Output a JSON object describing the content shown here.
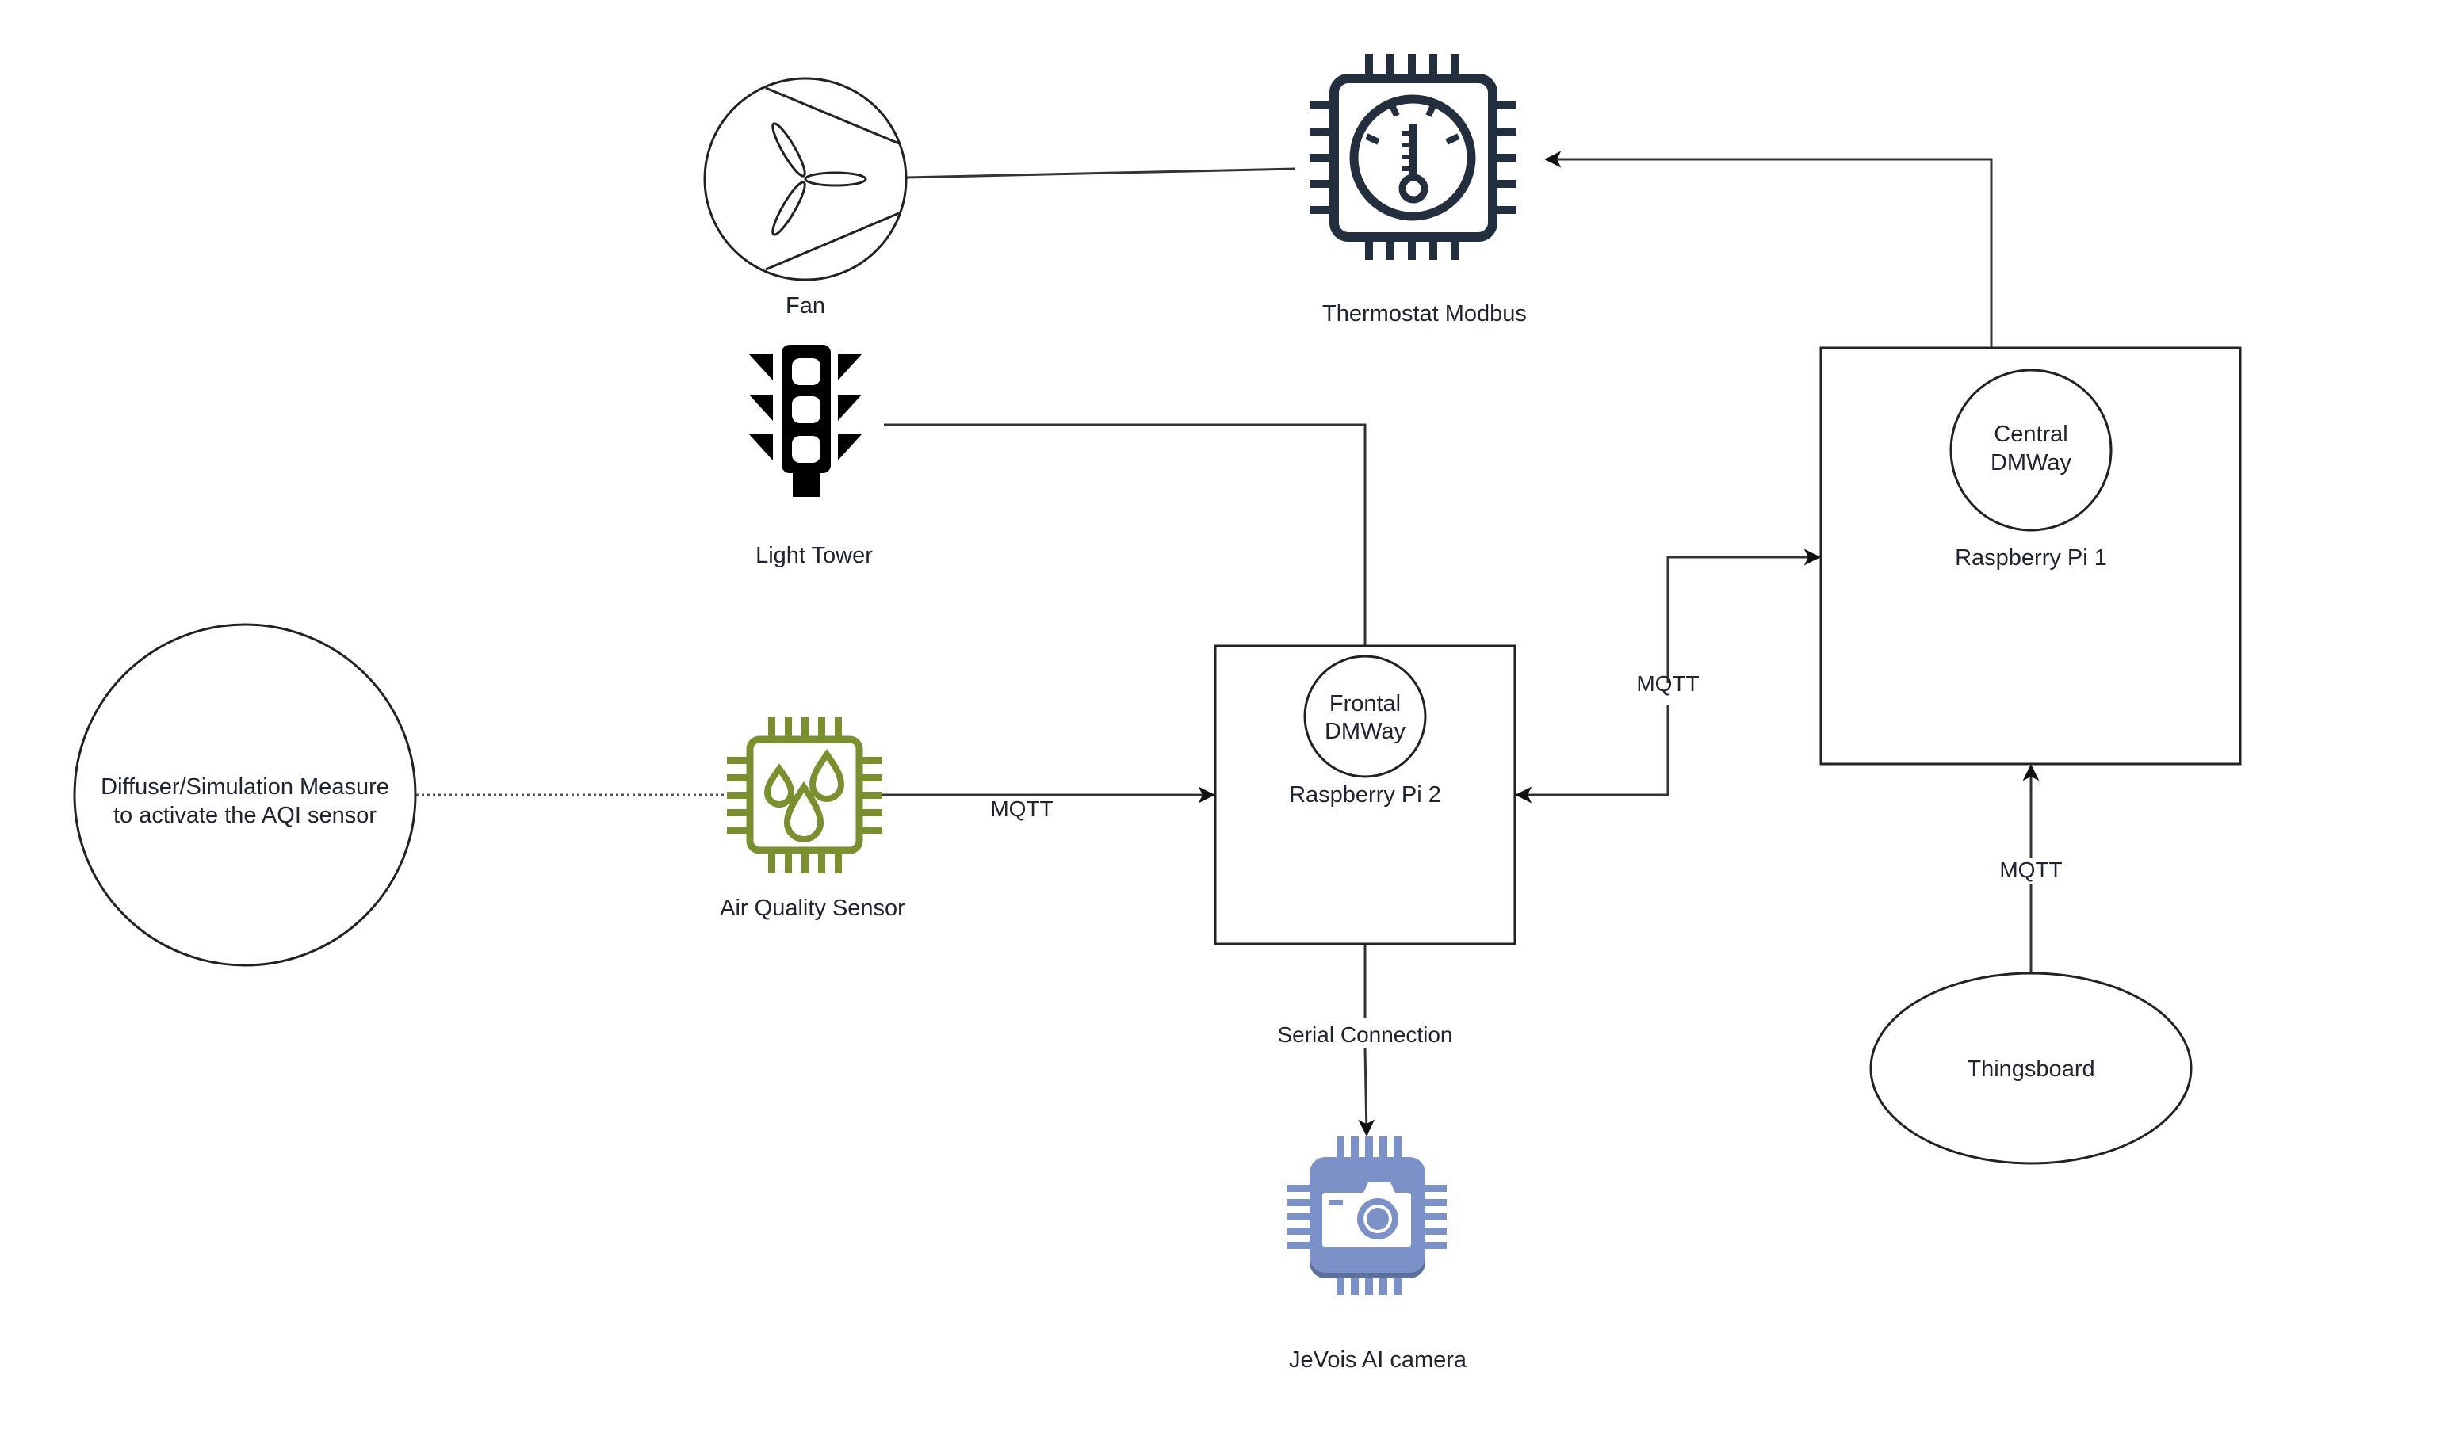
{
  "diagram": {
    "nodes": {
      "fan": {
        "label": "Fan",
        "icon": "fan-icon"
      },
      "thermostat": {
        "label": "Thermostat Modbus",
        "icon": "thermostat-chip-icon",
        "color": "#232f3e"
      },
      "light_tower": {
        "label": "Light Tower",
        "icon": "traffic-light-icon"
      },
      "diffuser": {
        "label_lines": [
          "Diffuser/Simulation Measure",
          "to activate the AQI sensor"
        ]
      },
      "air_quality_sensor": {
        "label": "Air Quality Sensor",
        "icon": "water-drops-chip-icon",
        "color": "#7a8f2e"
      },
      "raspberry_pi_2": {
        "label": "Raspberry Pi 2",
        "inner_label_lines": [
          "Frontal",
          "DMWay"
        ]
      },
      "raspberry_pi_1": {
        "label": "Raspberry Pi 1",
        "inner_label_lines": [
          "Central",
          "DMWay"
        ]
      },
      "camera": {
        "label": "JeVois AI camera",
        "icon": "camera-chip-icon",
        "color": "#7b91c8"
      },
      "thingsboard": {
        "label": "Thingsboard"
      }
    },
    "edges": {
      "fan_thermostat": {
        "label": ""
      },
      "pi1_thermostat": {
        "label": ""
      },
      "lighttower_pi2": {
        "label": ""
      },
      "diffuser_sensor": {
        "label": "",
        "style": "dotted"
      },
      "sensor_pi2": {
        "label": "MQTT"
      },
      "pi1_pi2": {
        "label": "MQTT"
      },
      "pi2_camera": {
        "label": "Serial Connection"
      },
      "thingsboard_pi1": {
        "label": "MQTT"
      }
    }
  }
}
